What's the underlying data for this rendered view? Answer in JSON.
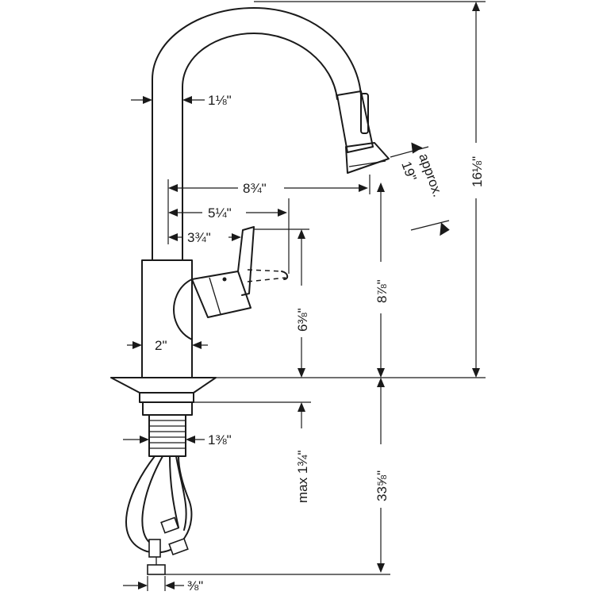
{
  "dimensions": {
    "spout_width": "1⅛\"",
    "reach_total": "8¾\"",
    "reach_mid": "5¼\"",
    "reach_handle": "3¾\"",
    "spray_sweep": "19\"",
    "spray_approx": "approx.",
    "overall_height": "16⅛\"",
    "spout_height": "8⅞\"",
    "handle_height": "6⅜\"",
    "body_diameter": "2\"",
    "shank_diameter": "1⅜\"",
    "max_deck": "max 1¾\"",
    "hose_length": "33⅝\"",
    "connection": "⅜\""
  }
}
